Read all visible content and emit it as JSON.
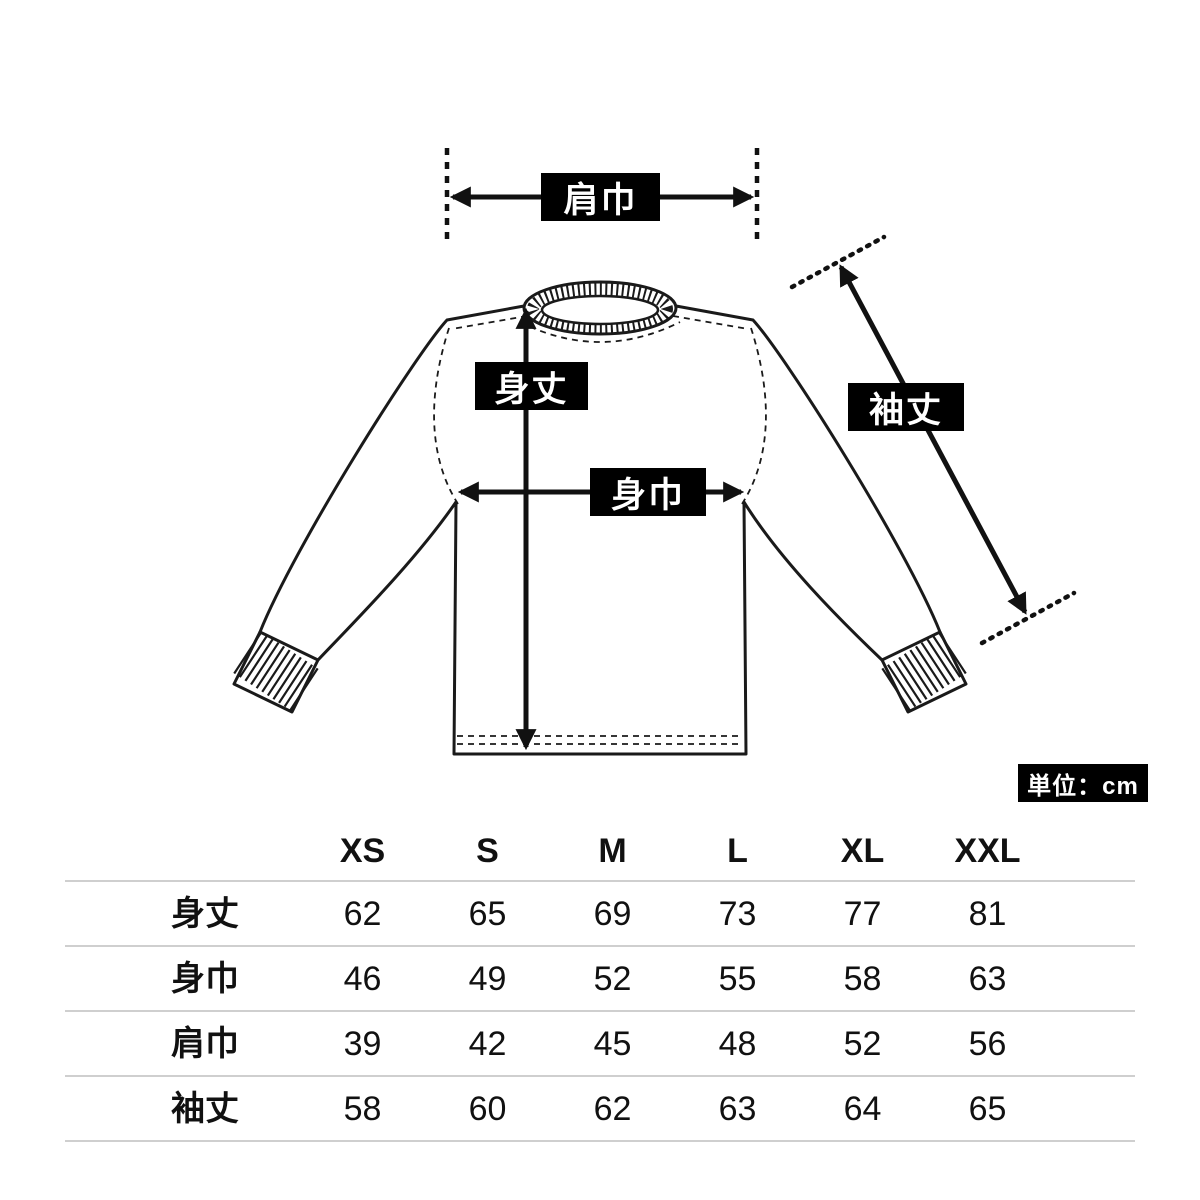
{
  "diagram": {
    "labels": {
      "shoulder_width": "肩巾",
      "body_length": "身丈",
      "body_width": "身巾",
      "sleeve_length": "袖丈"
    },
    "unit_badge": "単位：cm"
  },
  "size_table": {
    "columns": [
      "XS",
      "S",
      "M",
      "L",
      "XL",
      "XXL"
    ],
    "rows": [
      {
        "label": "身丈",
        "values": [
          "62",
          "65",
          "69",
          "73",
          "77",
          "81"
        ]
      },
      {
        "label": "身巾",
        "values": [
          "46",
          "49",
          "52",
          "55",
          "58",
          "63"
        ]
      },
      {
        "label": "肩巾",
        "values": [
          "39",
          "42",
          "45",
          "48",
          "52",
          "56"
        ]
      },
      {
        "label": "袖丈",
        "values": [
          "58",
          "60",
          "62",
          "63",
          "64",
          "65"
        ]
      }
    ]
  },
  "colors": {
    "background": "#ffffff",
    "label_background": "#000000",
    "label_text": "#ffffff",
    "outline": "#1a1a1a",
    "arrow": "#111111",
    "table_divider": "#cfcfcf",
    "text": "#111111"
  }
}
